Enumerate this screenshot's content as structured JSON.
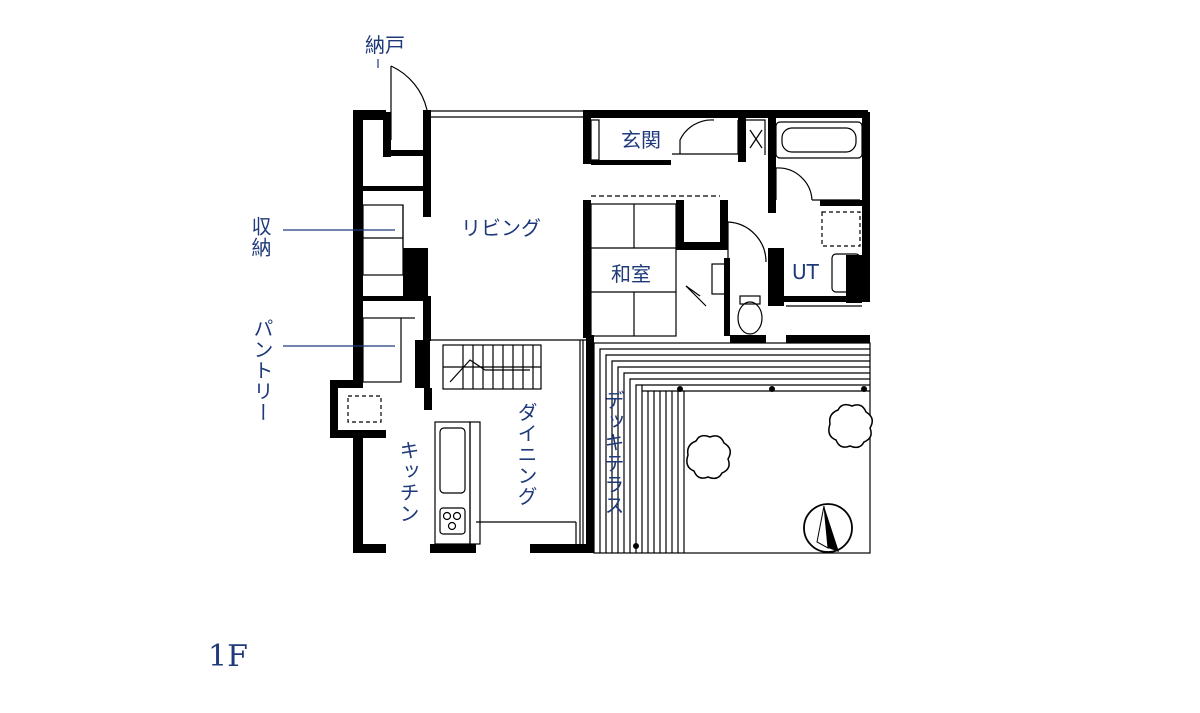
{
  "floor": "1F",
  "rooms": {
    "nando": "納戸",
    "shuno": "収納",
    "pantry": "パントリー",
    "living": "リビング",
    "genkan": "玄関",
    "washitsu": "和室",
    "ut": "UT",
    "dining": "ダイニング",
    "kitchen": "キッチン",
    "deck": "デッキテラス"
  },
  "colors": {
    "label": "#1f3a7a",
    "wall": "#000000",
    "line": "#000000"
  }
}
